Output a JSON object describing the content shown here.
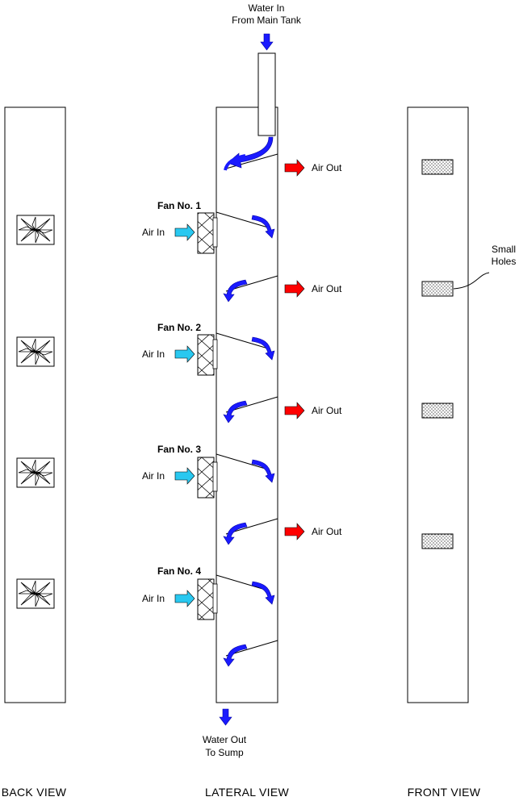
{
  "labels": {
    "water_in_line1": "Water In",
    "water_in_line2": "From Main Tank",
    "water_out_line1": "Water Out",
    "water_out_line2": "To Sump",
    "small_holes_line1": "Small",
    "small_holes_line2": "Holes",
    "views": {
      "back": "BACK VIEW",
      "lateral": "LATERAL VIEW",
      "front": "FRONT VIEW"
    }
  },
  "fans": [
    {
      "name": "Fan No. 1",
      "air_in": "Air In"
    },
    {
      "name": "Fan No. 2",
      "air_in": "Air In"
    },
    {
      "name": "Fan No. 3",
      "air_in": "Air In"
    },
    {
      "name": "Fan No. 4",
      "air_in": "Air In"
    }
  ],
  "air_out": [
    "Air Out",
    "Air Out",
    "Air Out",
    "Air Out"
  ],
  "colors": {
    "water_arrow": "#1a1aff",
    "air_in_arrow": "#29c8f0",
    "air_out_arrow": "#ff0000"
  }
}
